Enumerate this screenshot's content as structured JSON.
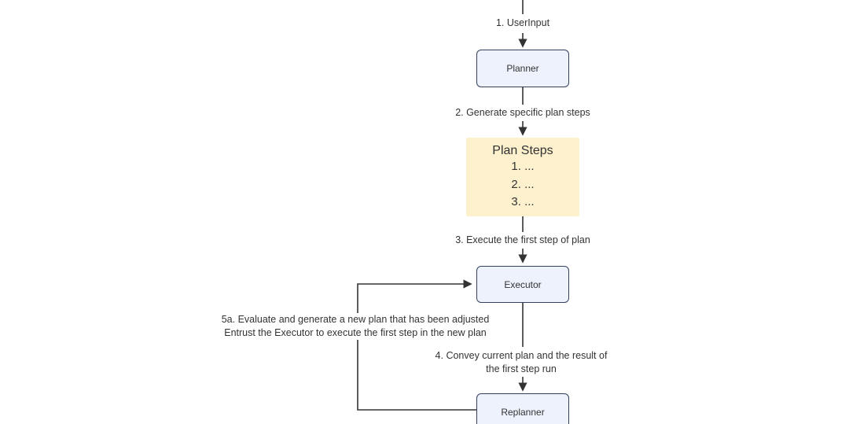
{
  "diagram": {
    "labels": {
      "step1": "1. UserInput",
      "step2": "2. Generate specific plan steps",
      "step3": "3. Execute the first step of plan",
      "step4_line1": "4. Convey current plan and the result of",
      "step4_line2": "the first step run",
      "step5_line1": "5a. Evaluate and generate a new plan that has been adjusted",
      "step5_line2": "Entrust the Executor to execute the first step in the new plan"
    },
    "nodes": {
      "planner": "Planner",
      "plan_steps_title": "Plan Steps",
      "plan_steps_items": [
        "1. ...",
        "2. ...",
        "3. ..."
      ],
      "executor": "Executor",
      "replanner": "Replanner"
    },
    "colors": {
      "node_fill": "#edf2fc",
      "node_border": "#33415e",
      "plan_fill": "#fcf0cd",
      "line": "#333333",
      "text": "#333333",
      "bg": "#ffffff"
    }
  }
}
